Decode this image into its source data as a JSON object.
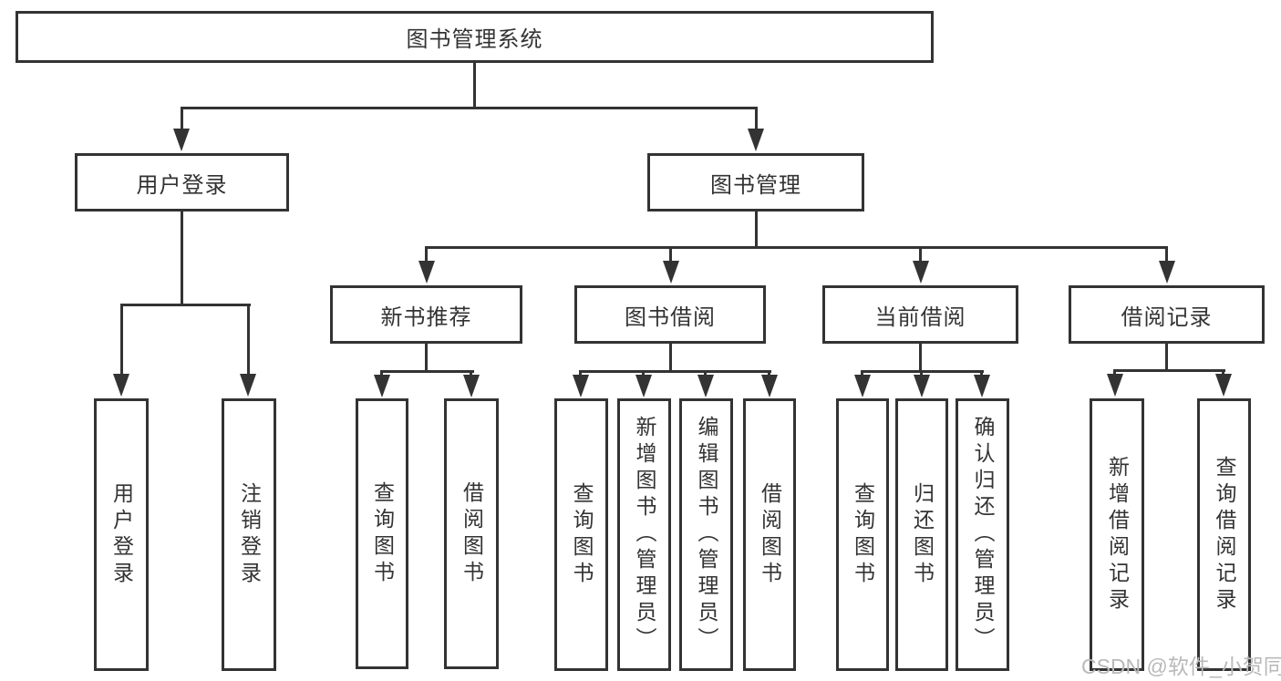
{
  "diagram": {
    "title": "图书管理系统",
    "tree": {
      "label": "图书管理系统",
      "children": [
        {
          "label": "用户登录",
          "children": [
            {
              "label": "用户登录"
            },
            {
              "label": "注销登录"
            }
          ]
        },
        {
          "label": "图书管理",
          "children": [
            {
              "label": "新书推荐",
              "children": [
                {
                  "label": "查询图书"
                },
                {
                  "label": "借阅图书"
                }
              ]
            },
            {
              "label": "图书借阅",
              "children": [
                {
                  "label": "查询图书"
                },
                {
                  "label": "新增图书（管理员）"
                },
                {
                  "label": "编辑图书（管理员）"
                },
                {
                  "label": "借阅图书"
                }
              ]
            },
            {
              "label": "当前借阅",
              "children": [
                {
                  "label": "查询图书"
                },
                {
                  "label": "归还图书"
                },
                {
                  "label": "确认归还（管理员）"
                }
              ]
            },
            {
              "label": "借阅记录",
              "children": [
                {
                  "label": "新增借阅记录"
                },
                {
                  "label": "查询借阅记录"
                }
              ]
            }
          ]
        }
      ]
    }
  },
  "watermark": {
    "text": "CSDN @软件_小贺同学"
  },
  "colors": {
    "line": "#333333",
    "text": "#333333",
    "node_background": "#ffffff",
    "watermark": "#b9b9b9",
    "page_background": "#ffffff"
  }
}
